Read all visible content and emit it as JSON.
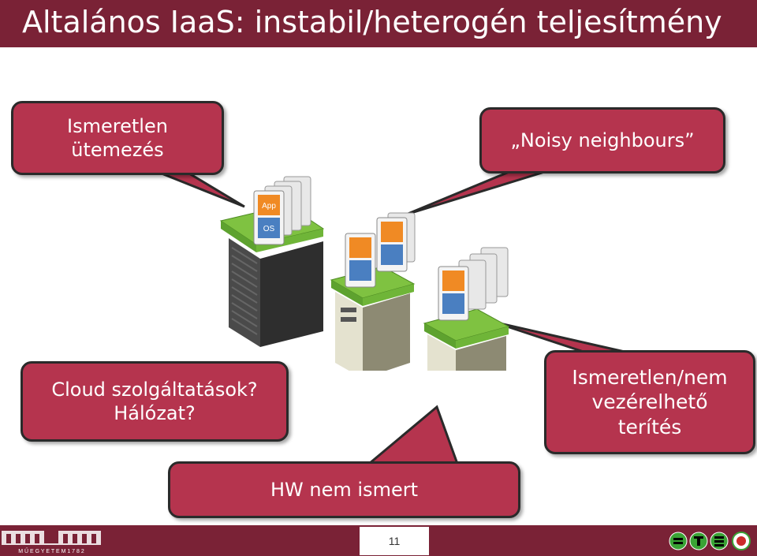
{
  "slide": {
    "title": "Altalános IaaS: instabil/heterogén teljesítmény",
    "page_number": "11"
  },
  "callouts": {
    "scheduling": [
      "Ismeretlen",
      "ütemezés"
    ],
    "noisy": "„Noisy neighbours”",
    "cloud": [
      "Cloud szolgáltatások?",
      "Hálózat?"
    ],
    "placement": [
      "Ismeretlen/nem",
      "vezérelhető",
      "terítés"
    ],
    "hw": "HW nem ismert"
  },
  "vm_labels": {
    "app": "App",
    "os": "OS"
  },
  "logos": {
    "left": "university-logo",
    "right": "ftsrg-logo",
    "left_caption": "M Ű E G Y E T E M   1 7 8 2"
  },
  "colors": {
    "accent": "#7a2236",
    "callout": "#b5344e",
    "green": "#7fc241",
    "app": "#f08a24",
    "os": "#4a7fc1"
  }
}
